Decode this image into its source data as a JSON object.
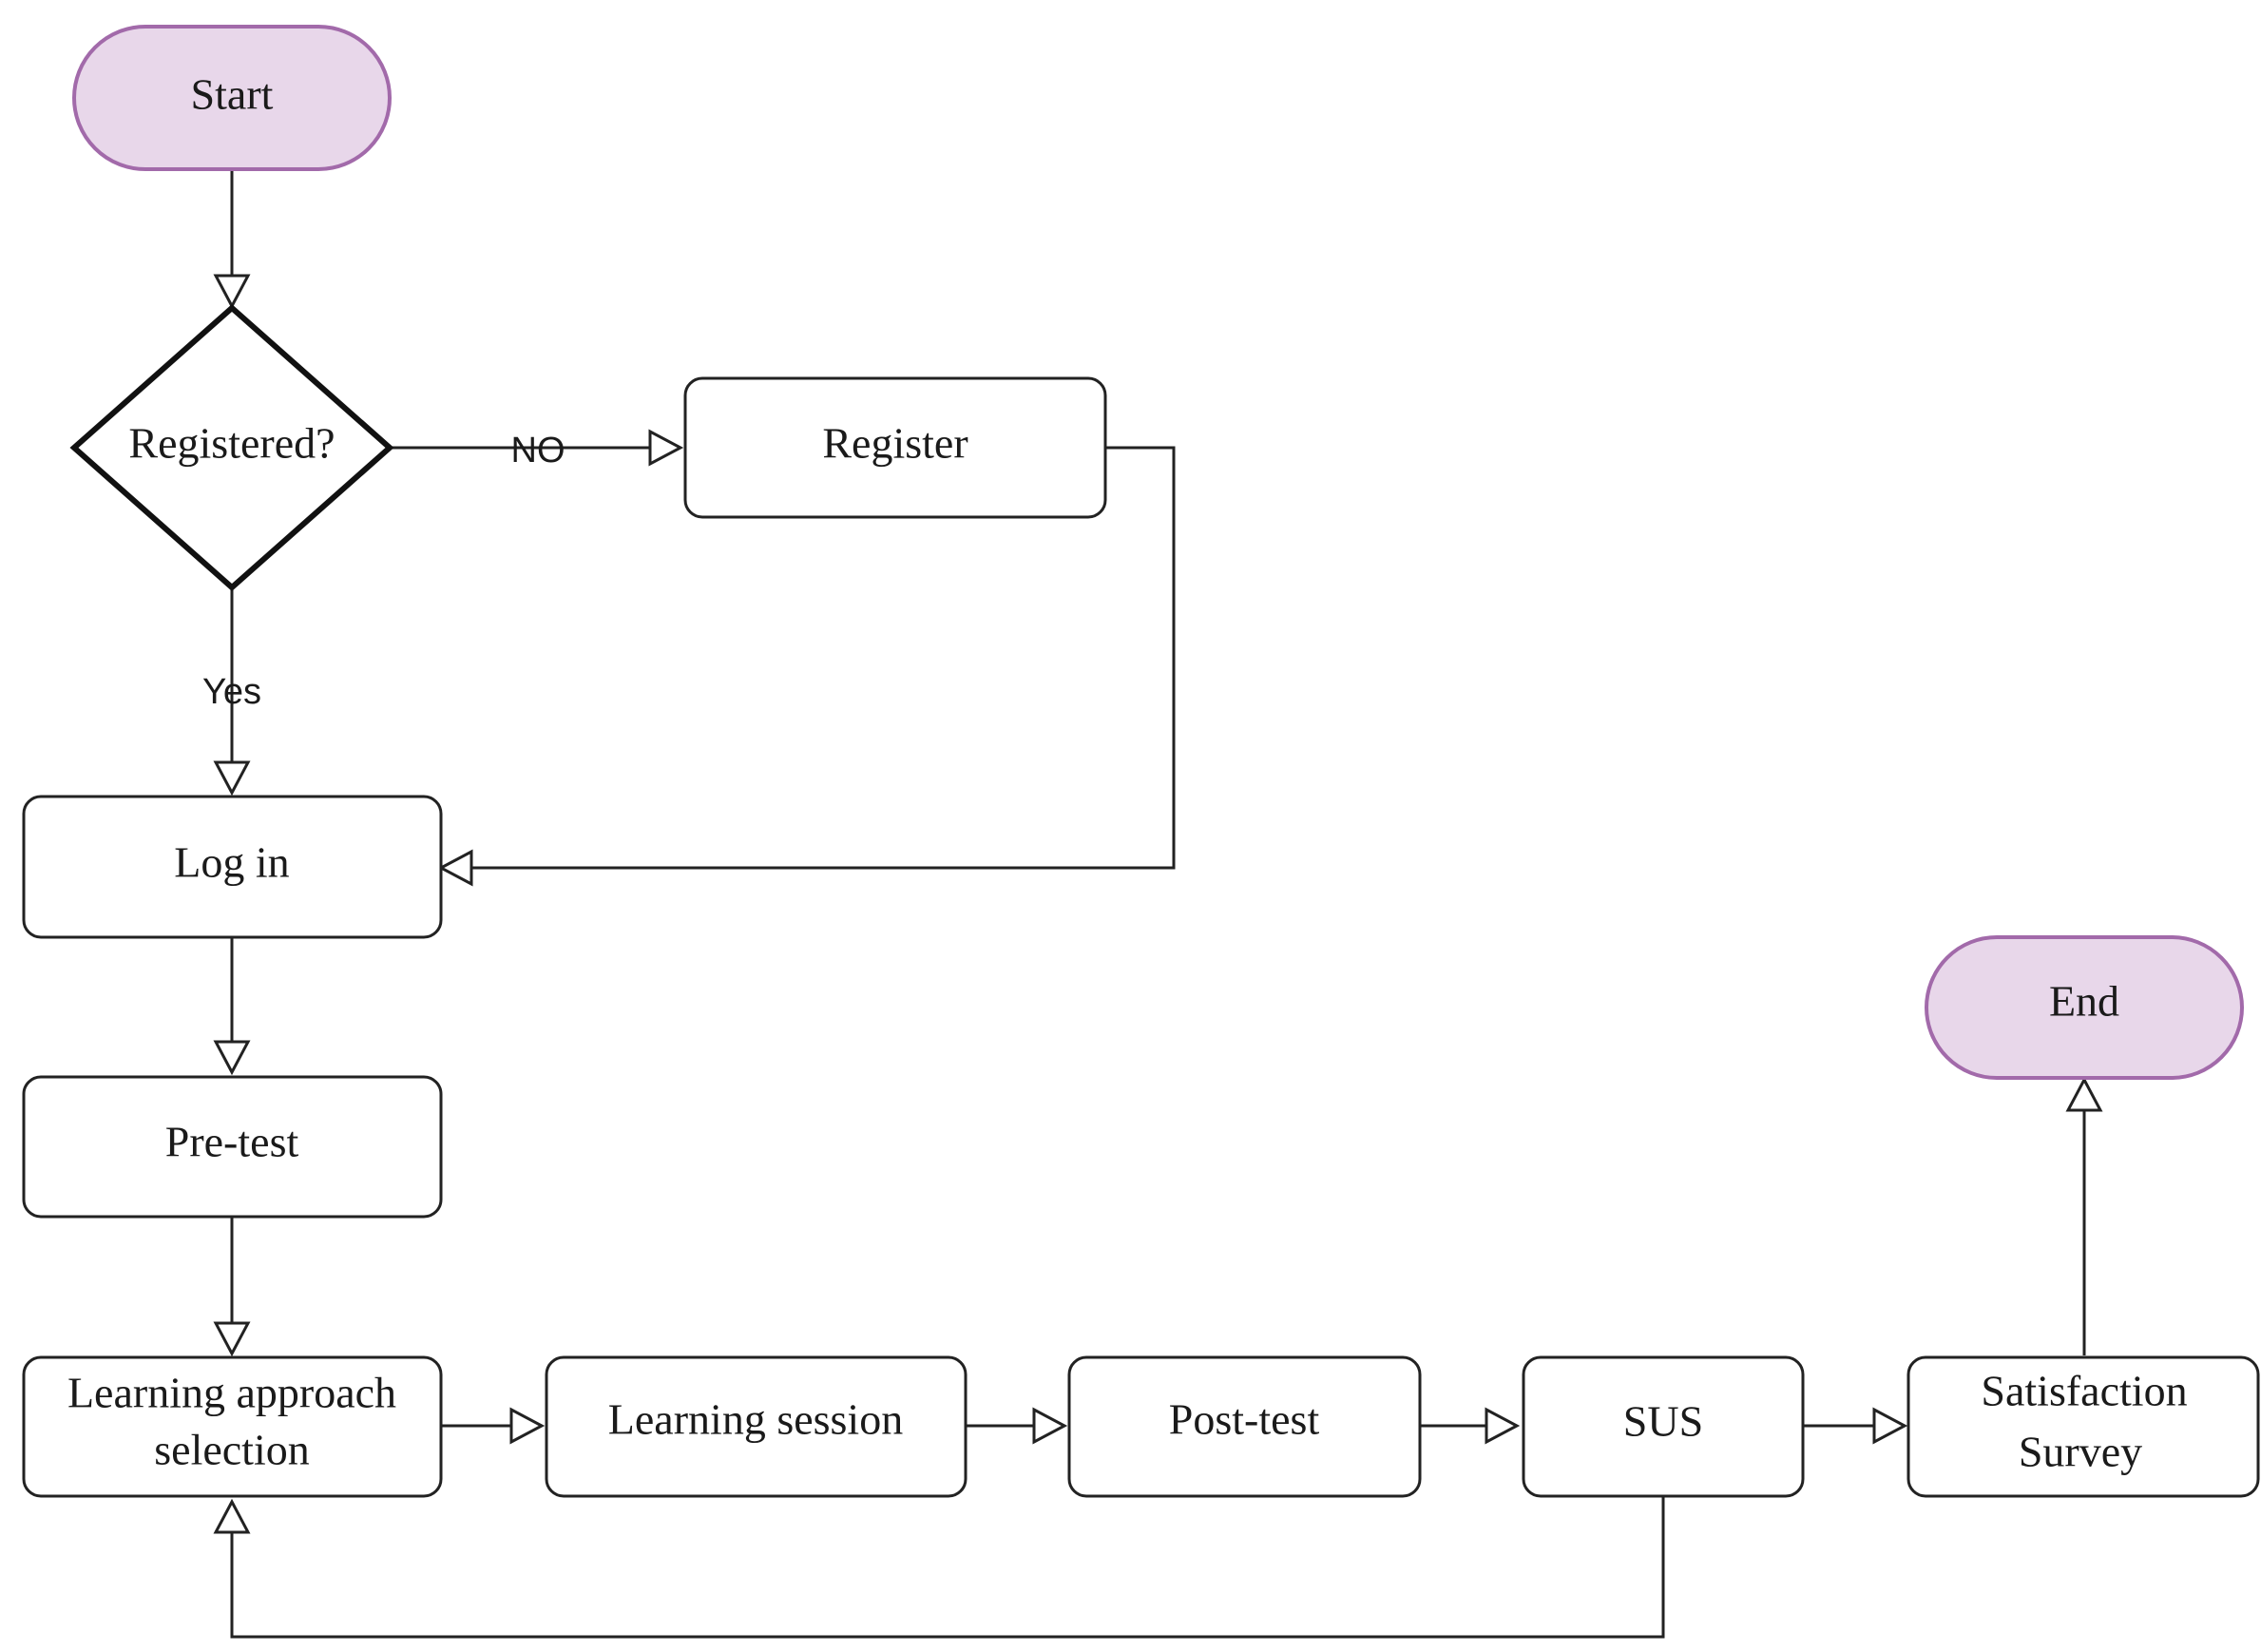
{
  "nodes": {
    "start": {
      "label": "Start"
    },
    "registered": {
      "label": "Registered?"
    },
    "register": {
      "label": "Register"
    },
    "login": {
      "label": "Log in"
    },
    "pretest": {
      "label": "Pre-test"
    },
    "approach": {
      "line1": "Learning approach",
      "line2": "selection"
    },
    "session": {
      "label": "Learning session"
    },
    "posttest": {
      "label": "Post-test"
    },
    "sus": {
      "label": "SUS"
    },
    "satisfaction": {
      "line1": "Satisfaction",
      "line2": "Survey"
    },
    "end": {
      "label": "End"
    }
  },
  "edges": {
    "no_label": "NO",
    "yes_label": "Yes"
  },
  "colors": {
    "terminal_fill": "#e8d7ea",
    "terminal_stroke": "#a26aaa",
    "stroke": "#222222"
  }
}
